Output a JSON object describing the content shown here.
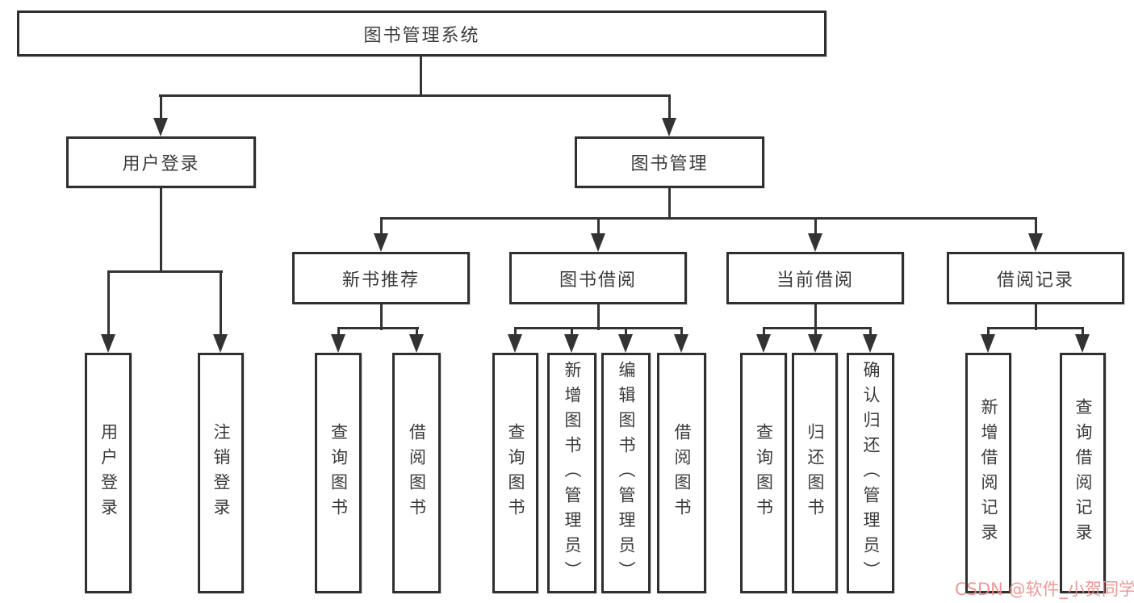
{
  "colors": {
    "line": "#333333",
    "border": "#2f2f2f",
    "text": "#3b3b3b",
    "background": "#ffffff",
    "watermark": "#ef8c8c"
  },
  "nodes": {
    "root": {
      "label": "图书管理系统"
    },
    "user_login": {
      "label": "用户登录"
    },
    "book_management": {
      "label": "图书管理"
    },
    "new_book_recommend": {
      "label": "新书推荐"
    },
    "book_borrowing": {
      "label": "图书借阅"
    },
    "current_borrowing": {
      "label": "当前借阅"
    },
    "borrow_records": {
      "label": "借阅记录"
    },
    "leaf_user_login": {
      "label": "用户登录"
    },
    "leaf_logout": {
      "label": "注销登录"
    },
    "rec_query_books": {
      "label": "查询图书"
    },
    "rec_borrow_books": {
      "label": "借阅图书"
    },
    "bb_query_books": {
      "label": "查询图书"
    },
    "bb_add_books": {
      "label": "新增图书（管理员）"
    },
    "bb_edit_books": {
      "label": "编辑图书（管理员）"
    },
    "bb_borrow_books": {
      "label": "借阅图书"
    },
    "cb_query_books": {
      "label": "查询图书"
    },
    "cb_return_books": {
      "label": "归还图书"
    },
    "cb_confirm_return": {
      "label": "确认归还（管理员）"
    },
    "br_add_record": {
      "label": "新增借阅记录"
    },
    "br_query_record": {
      "label": "查询借阅记录"
    }
  },
  "watermark": {
    "text": "CSDN @软件_小贺同学"
  }
}
